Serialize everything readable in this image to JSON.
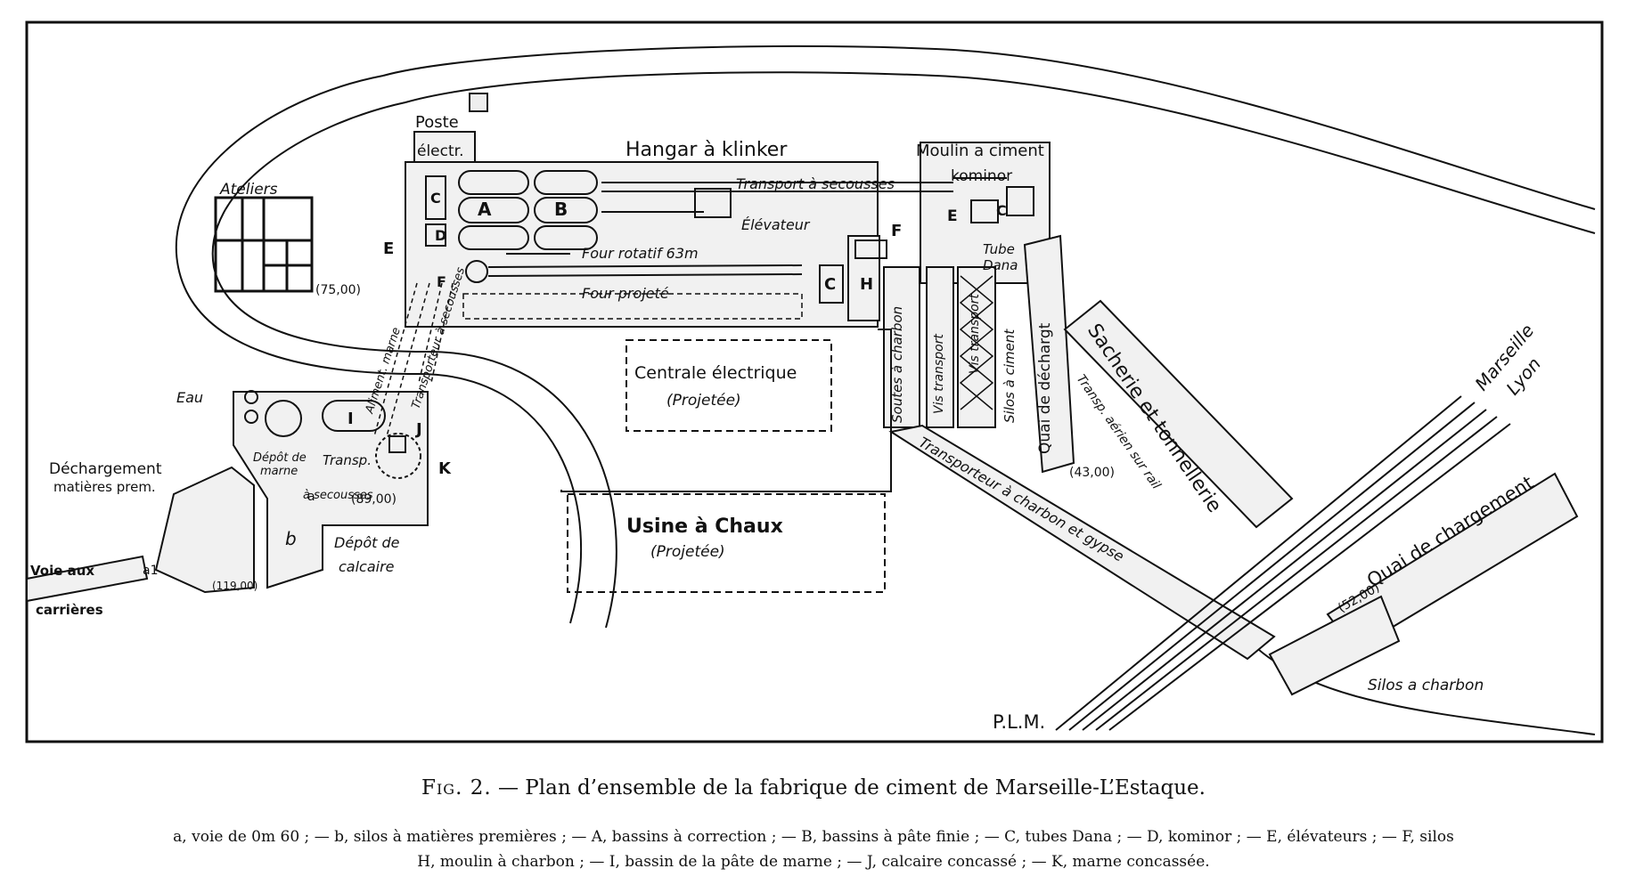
{
  "colors": {
    "ink": "#111111",
    "paper": "#ffffff",
    "fill": "#f1f1f1"
  },
  "caption": {
    "fig": "Fig. 2.",
    "title": "— Plan d’ensemble de la fabrique de ciment de Marseille-L’Estaque.",
    "legend_line1": "a, voie de 0m 60 ; — b, silos à matières premières ; — A, bassins à correction ; — B, bassins à pâte finie ; — C, tubes Dana ; — D, kominor ; — E, élévateurs ; — F, silos",
    "legend_line2": "H, moulin à charbon ; — I, bassin de la pâte de marne ; — J, calcaire concassé ; — K, marne concassée."
  },
  "plan": {
    "poste": "Poste",
    "electr": "électr.",
    "hangar": "Hangar à klinker",
    "moulin": "Moulin a ciment",
    "kominor": "kominor",
    "ateliers": "Ateliers",
    "alt_7500": "(75,00)",
    "transport_secousses": "Transport à secousses",
    "elevateur": "Élévateur",
    "four_rotatif": "Four rotatif 63m",
    "four_projete": "Four projeté",
    "tube": "Tube",
    "dana": "Dana",
    "soutes": "Soutes à charbon",
    "vis_transport": "Vis transport",
    "vis_transport_2": "Vis transport",
    "silos_ciment": "Silos à ciment",
    "quai_dechargt": "Quai de déchargt",
    "sacherie": "Sacherie et tonnellerie",
    "transp_aerien": "Transp. aérien sur rail",
    "alt_4300": "(43,00)",
    "centrale_1": "Centrale électrique",
    "centrale_2": "(Projetée)",
    "usine_1": "Usine à Chaux",
    "usine_2": "(Projetée)",
    "transporteur": "Transporteur à charbon et gypse",
    "marseille": "Marseille",
    "lyon": "Lyon",
    "quai_chargement": "Quai de chargement",
    "alt_5200": "(52,00)",
    "silos_charbon": "Silos a charbon",
    "plm": "P.L.M.",
    "eau": "Eau",
    "dechargement": "Déchargement",
    "mat_prem": "matières prem.",
    "voie_aux": "Voie aux",
    "carrieres": "carrières",
    "alt_1900": "(119,00)",
    "depot_marne_1": "Dépôt de",
    "depot_marne_2": "marne",
    "transp": "Transp.",
    "secousses": "à secousses",
    "alt_8900": "(89,00)",
    "depot_calcaire_1": "Dépôt de",
    "depot_calcaire_2": "calcaire",
    "aliment_marne": "Aliment. marne",
    "transporteur_secousses": "Transporteur à secousses",
    "L_A": "A",
    "L_B": "B",
    "L_C": "C",
    "L_C2": "C",
    "L_C3": "C",
    "L_D": "D",
    "L_E": "E",
    "L_E2": "E",
    "L_F": "F",
    "L_F2": "F",
    "L_H": "H",
    "L_I": "I",
    "L_J": "J",
    "L_K": "K",
    "L_a": "a",
    "L_a1": "a1",
    "L_b": "b"
  }
}
